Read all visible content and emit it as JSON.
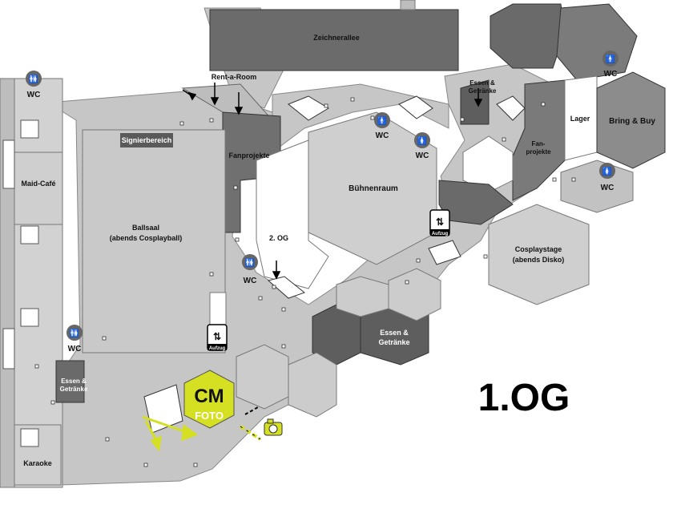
{
  "floor_label": "1.OG",
  "colors": {
    "accent_yellow": "#d4e021",
    "dark_room": "#5f5f5f",
    "mid_room": "#8a8a8a",
    "light_room": "#cfcfcf",
    "corridor": "#bdbdbd"
  },
  "rooms": {
    "zeichnerallee": "Zeichnerallee",
    "rent_a_room": "Rent-a-Room",
    "signierbereich": "Signierbereich",
    "fanprojekte_left": "Fanprojekte",
    "buehnenraum": "Bühnenraum",
    "two_og": "2. OG",
    "ballsaal_line1": "Ballsaal",
    "ballsaal_line2": "(abends Cosplayball)",
    "maid_cafe": "Maid-Café",
    "karaoke": "Karaoke",
    "essen_left_line1": "Essen &",
    "essen_left_line2": "Getränke",
    "essen_top_line1": "Essen &",
    "essen_top_line2": "Getränke",
    "essen_center_line1": "Essen &",
    "essen_center_line2": "Getränke",
    "lager": "Lager",
    "bring_buy": "Bring & Buy",
    "fanprojekte_right_line1": "Fan-",
    "fanprojekte_right_line2": "projekte",
    "cosplaystage_line1": "Cosplaystage",
    "cosplaystage_line2": "(abends Disko)"
  },
  "facilities": {
    "wc": "WC",
    "aufzug": "Aufzug"
  },
  "cm_foto": {
    "line1": "CM",
    "line2": "FOTO"
  }
}
